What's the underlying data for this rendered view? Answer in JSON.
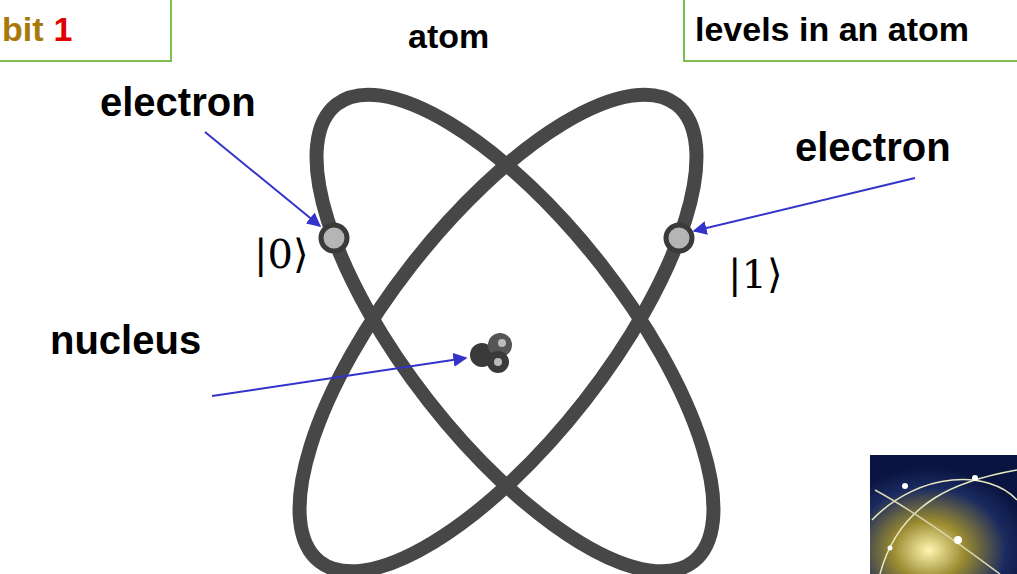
{
  "diagram": {
    "nodes": [
      {
        "text": [
          "bit",
          "1"
        ]
      },
      {
        "text": [
          "levels in an atom"
        ]
      }
    ],
    "labels": [
      "atom",
      "electron",
      "electron",
      "|0⟩",
      "|1⟩",
      "nucleus"
    ]
  }
}
